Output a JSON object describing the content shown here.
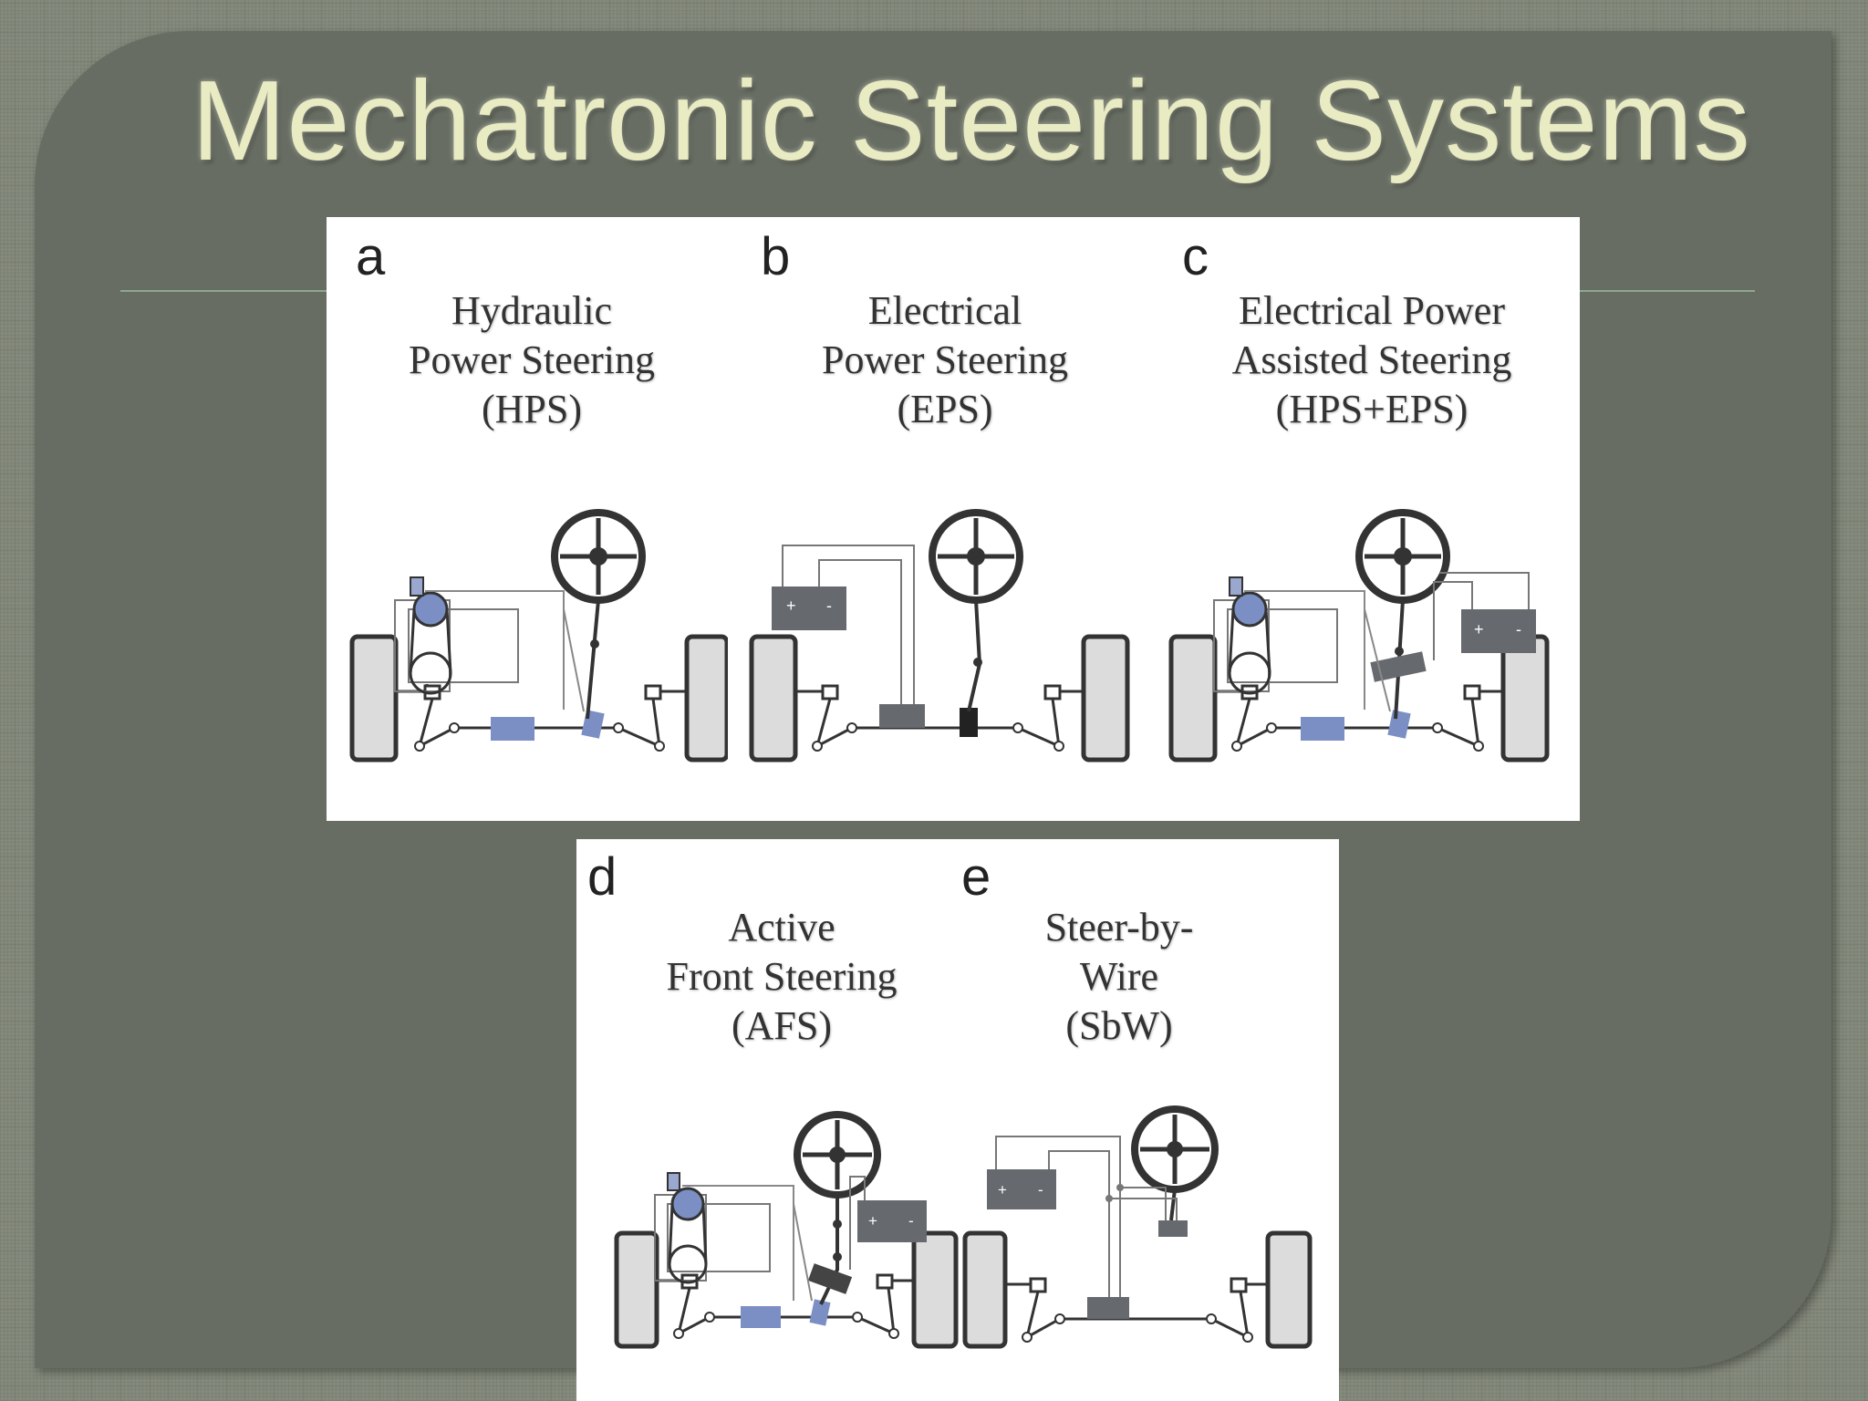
{
  "slide": {
    "title": "Mechatronic Steering Systems"
  },
  "figure": {
    "panels": [
      {
        "letter": "a",
        "label": "Hydraulic\nPower Steering\n(HPS)"
      },
      {
        "letter": "b",
        "label": "Electrical\nPower Steering\n(EPS)"
      },
      {
        "letter": "c",
        "label": "Electrical Power\nAssisted Steering\n(HPS+EPS)"
      },
      {
        "letter": "d",
        "label": "Active\nFront  Steering\n(AFS)"
      },
      {
        "letter": "e",
        "label": "Steer-by-\nWire\n(SbW)"
      }
    ],
    "battery_symbols": {
      "plus": "+",
      "minus": "-"
    }
  },
  "colors": {
    "panel_bg": "#676d62",
    "title": "#e9ebc2",
    "hydraulic": "#7b8fc4",
    "electric": "#666a6e",
    "line": "#333333"
  }
}
